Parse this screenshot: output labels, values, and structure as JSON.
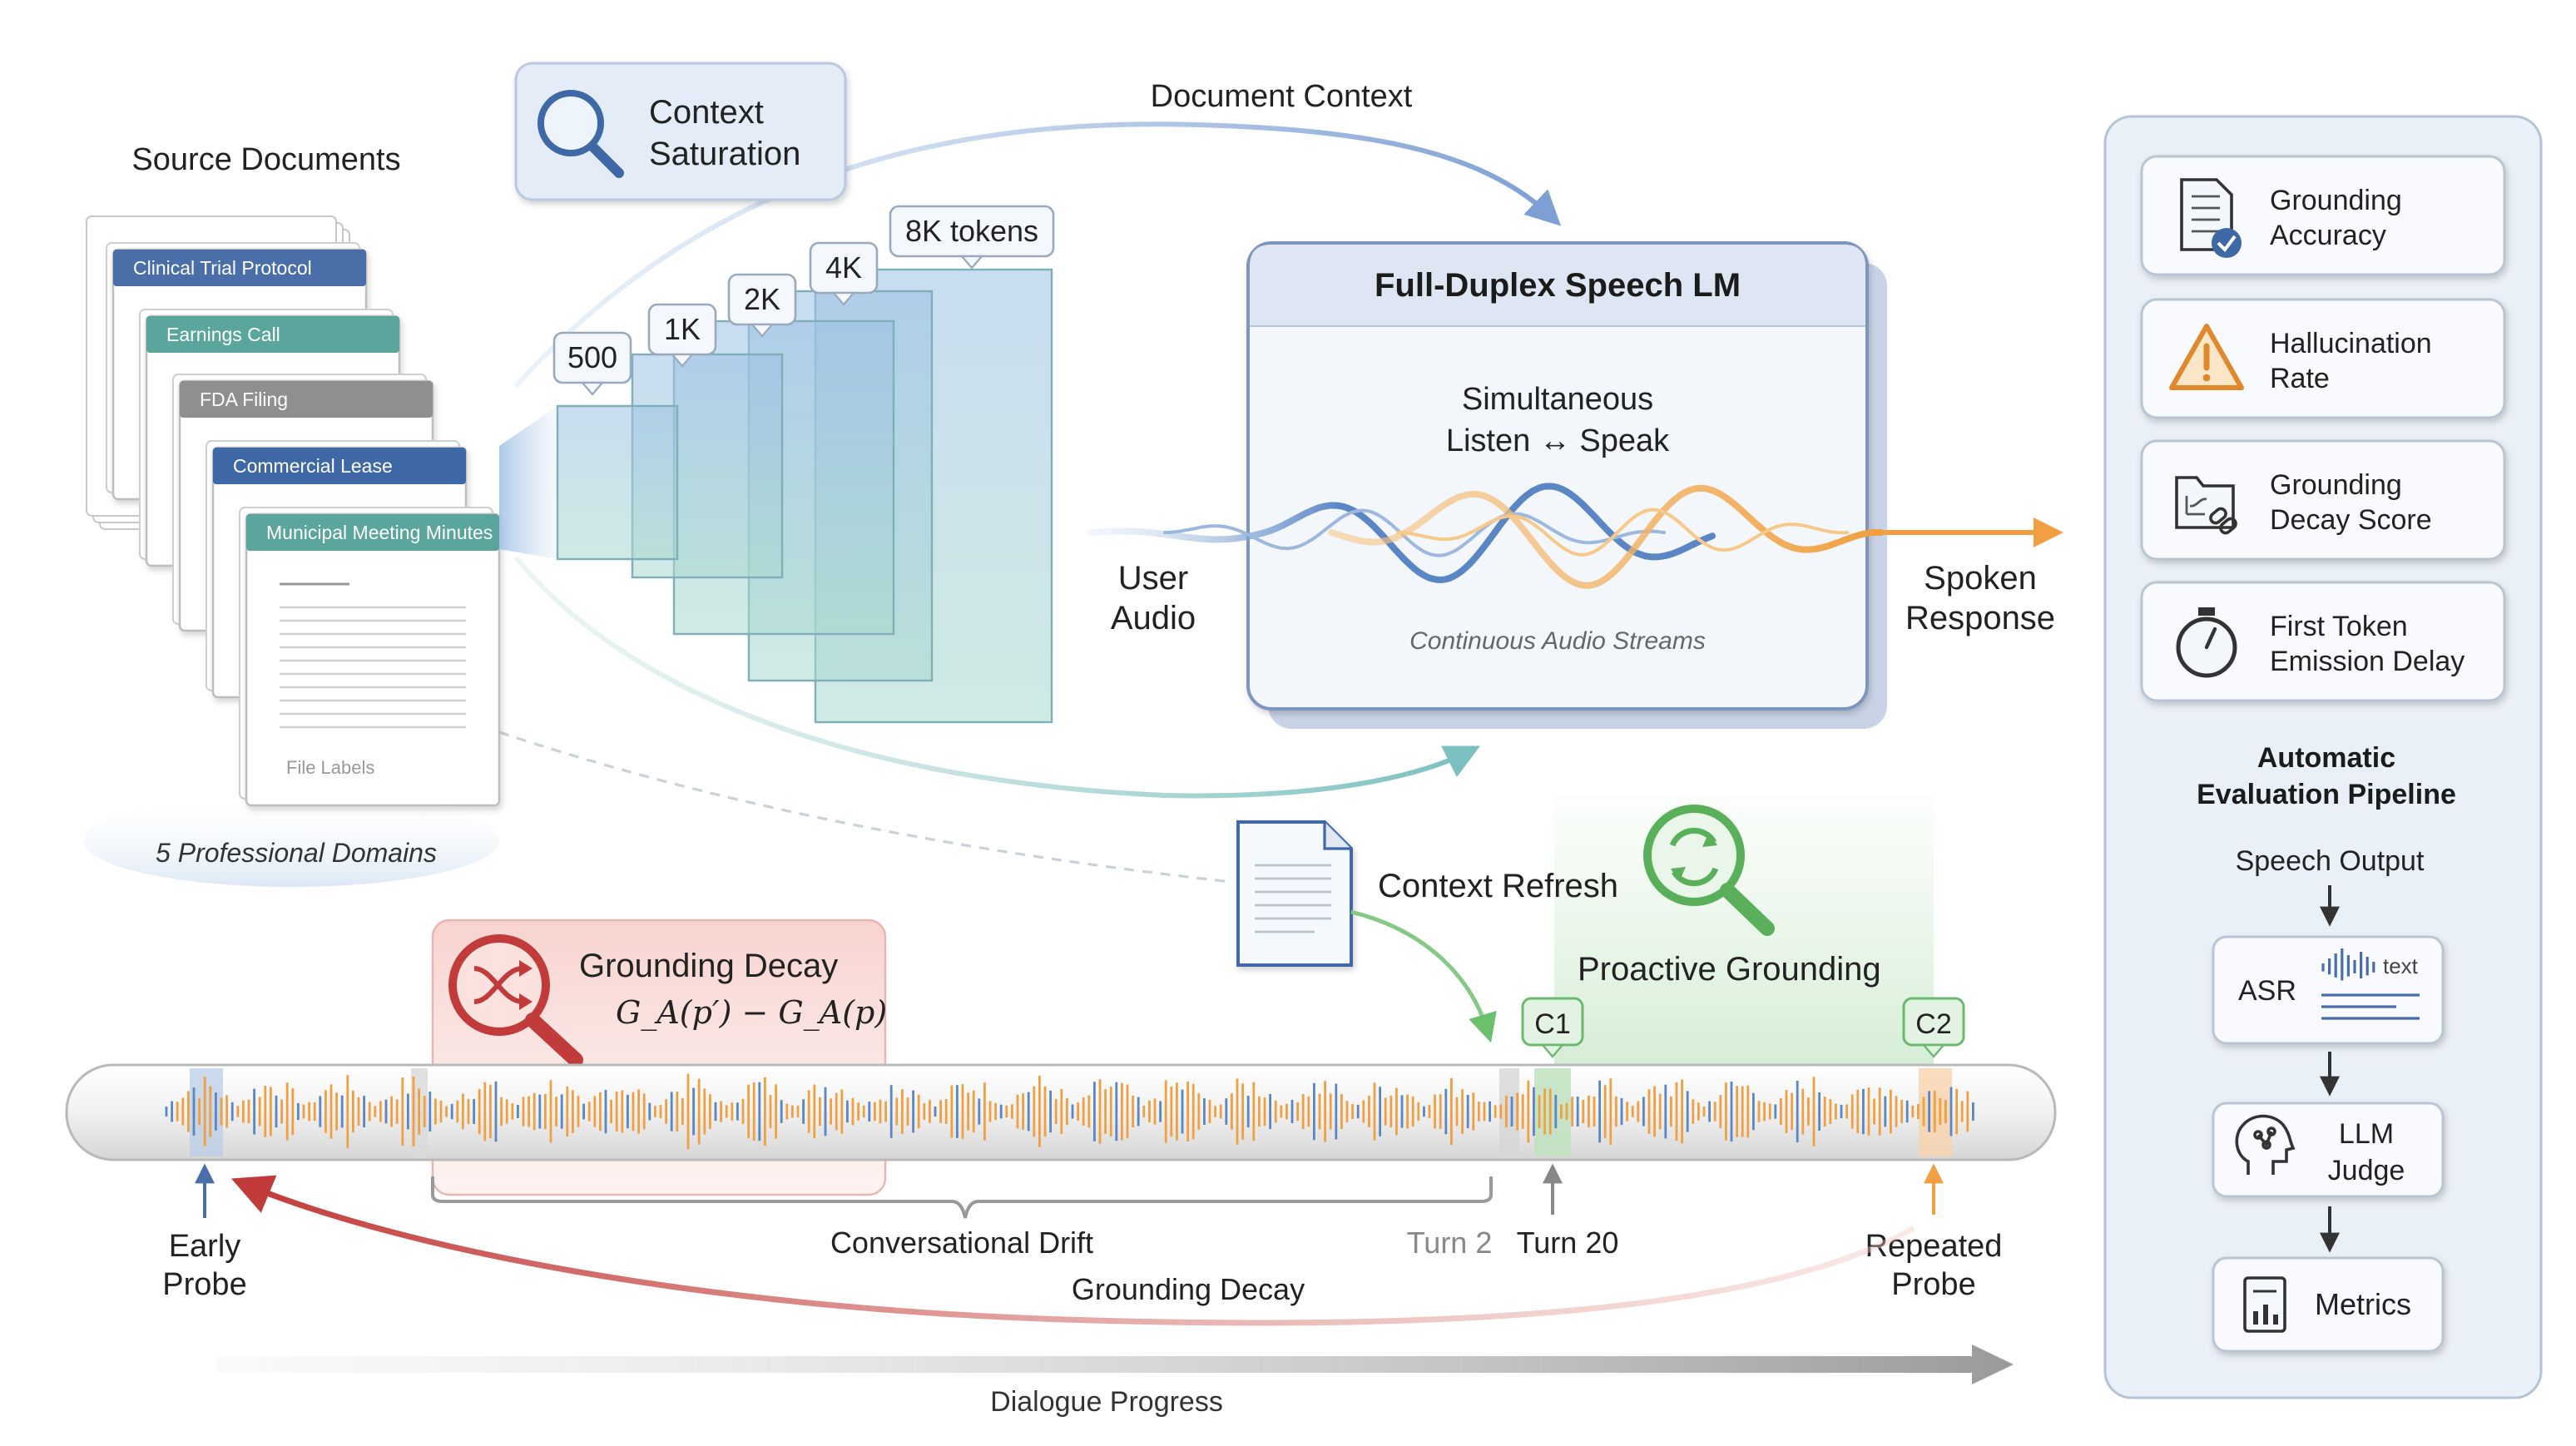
{
  "source": {
    "title": "Source Documents",
    "docs": [
      {
        "label": "Clinical Trial Protocol",
        "color": "#4a6fa8"
      },
      {
        "label": "Earnings Call",
        "color": "#5aa59c"
      },
      {
        "label": "FDA Filing",
        "color": "#8f8f8f"
      },
      {
        "label": "Commercial Lease",
        "color": "#3f69a6"
      },
      {
        "label": "Municipal Meeting Minutes",
        "color": "#5aa59c"
      }
    ],
    "file_labels": "File Labels",
    "domains": "5 Professional Domains"
  },
  "context": {
    "saturation_line1": "Context",
    "saturation_line2": "Saturation",
    "tokens": [
      "500",
      "1K",
      "2K",
      "4K",
      "8K tokens"
    ],
    "document_context": "Document Context"
  },
  "model": {
    "title": "Full-Duplex Speech LM",
    "line1": "Simultaneous",
    "line2": "Listen ↔ Speak",
    "streams": "Continuous Audio Streams",
    "user_audio_1": "User",
    "user_audio_2": "Audio",
    "spoken_1": "Spoken",
    "spoken_2": "Response"
  },
  "refresh": {
    "context_refresh": "Context Refresh",
    "proactive": "Proactive Grounding"
  },
  "decay": {
    "title": "Grounding Decay",
    "formula": "G_A(p′) − G_A(p)"
  },
  "timeline": {
    "c1": "C1",
    "c2": "C2",
    "early_1": "Early",
    "early_2": "Probe",
    "drift": "Conversational Drift",
    "turn2": "Turn 2",
    "turn20": "Turn 20",
    "repeated_1": "Repeated",
    "repeated_2": "Probe",
    "decay_arrow": "Grounding Decay",
    "progress": "Dialogue Progress"
  },
  "metrics_panel": {
    "items": [
      {
        "line1": "Grounding",
        "line2": "Accuracy",
        "icon": "document-check-icon"
      },
      {
        "line1": "Hallucination",
        "line2": "Rate",
        "icon": "warning-icon"
      },
      {
        "line1": "Grounding",
        "line2": "Decay Score",
        "icon": "folder-link-icon"
      },
      {
        "line1": "First Token",
        "line2": "Emission Delay",
        "icon": "stopwatch-icon"
      }
    ],
    "pipeline_1": "Automatic",
    "pipeline_2": "Evaluation Pipeline",
    "speech_output": "Speech Output",
    "asr": "ASR",
    "asr_text": "text",
    "llm_1": "LLM",
    "llm_2": "Judge",
    "metrics": "Metrics"
  },
  "colors": {
    "blue": "#5b86c5",
    "orange": "#f0a040",
    "red": "#c23b3b",
    "green": "#62b462",
    "teal": "#6cb6a8",
    "panel": "#edf2f8"
  }
}
